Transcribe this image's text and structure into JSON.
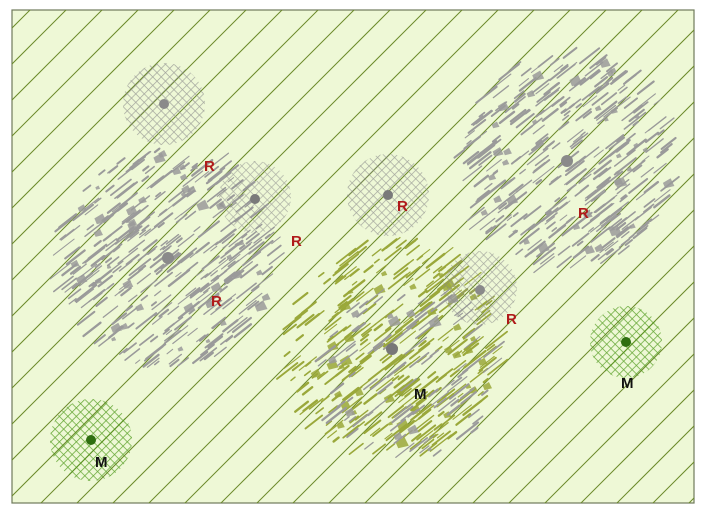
{
  "diagram": {
    "colors": {
      "field": "#eef8d6",
      "border": "#6f7a5a",
      "diagonal_lines": "#6b8a2a",
      "grey_zone": "#8a8a8a",
      "grey_dash": "#9a9a9a",
      "olive_zone": "#9aa83a",
      "green_zone": "#4f9a1c",
      "green_dot": "#2f6f10",
      "label_r": "#b01a1a",
      "label_m": "#111111"
    },
    "labels": [
      {
        "id": "r1",
        "text": "R",
        "kind": "R"
      },
      {
        "id": "r2",
        "text": "R",
        "kind": "R"
      },
      {
        "id": "r3",
        "text": "R",
        "kind": "R"
      },
      {
        "id": "r4",
        "text": "R",
        "kind": "R"
      },
      {
        "id": "r5",
        "text": "R",
        "kind": "R"
      },
      {
        "id": "r6",
        "text": "R",
        "kind": "R"
      },
      {
        "id": "m1",
        "text": "M",
        "kind": "M"
      },
      {
        "id": "m2",
        "text": "M",
        "kind": "M"
      },
      {
        "id": "m3",
        "text": "M",
        "kind": "M"
      }
    ]
  }
}
